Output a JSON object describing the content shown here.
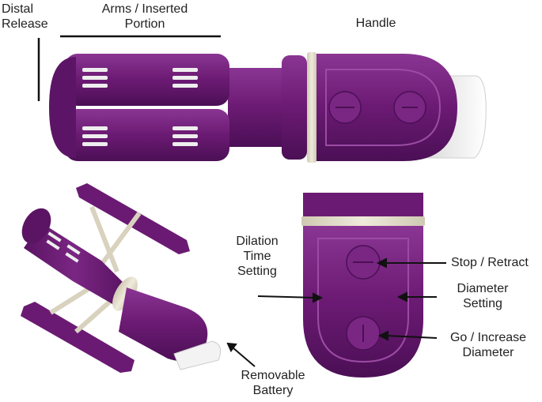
{
  "colors": {
    "device_purple": "#6b1a73",
    "device_purple_dark": "#4b0f55",
    "device_purple_light": "#8a3593",
    "collar_beige": "#e5e0cd",
    "battery_white": "#f3f3f3",
    "slot_white": "#eeeeee",
    "text": "#222222",
    "arrow": "#111111"
  },
  "labels": {
    "distal_release": [
      "Distal",
      "Release"
    ],
    "arms_inserted_portion": [
      "Arms / Inserted",
      "Portion"
    ],
    "handle": "Handle",
    "dilation_time_setting": [
      "Dilation",
      "Time",
      "Setting"
    ],
    "stop_retract": "Stop / Retract",
    "diameter_setting": [
      "Diameter",
      "Setting"
    ],
    "go_increase_diameter": [
      "Go / Increase",
      "Diameter"
    ],
    "removable_battery": [
      "Removable",
      "Battery"
    ]
  }
}
